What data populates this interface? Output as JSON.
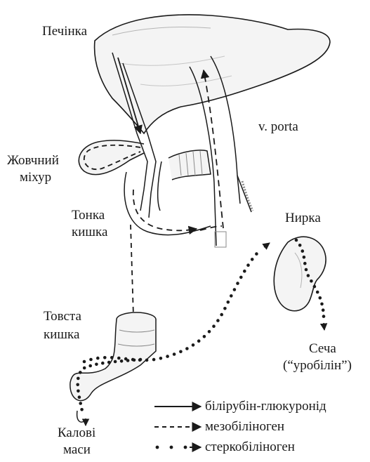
{
  "labels": {
    "liver": "Печінка",
    "gallbladder_line1": "Жовчний",
    "gallbladder_line2": "міхур",
    "small_intestine_line1": "Тонка",
    "small_intestine_line2": "кишка",
    "portal_vein": "v. porta",
    "kidney": "Нирка",
    "large_intestine_line1": "Товста",
    "large_intestine_line2": "кишка",
    "urine_line1": "Сеча",
    "urine_line2": "(“уробілін”)",
    "feces_line1": "Калові",
    "feces_line2": "маси"
  },
  "legend": [
    {
      "style": "solid",
      "label": "білірубін-глюкуронід"
    },
    {
      "style": "dashed",
      "label": "мезобіліноген"
    },
    {
      "style": "dotted",
      "label": "стеркобіліноген"
    }
  ],
  "colors": {
    "ink": "#1a1a1a",
    "shade": "#8a8a8a"
  }
}
